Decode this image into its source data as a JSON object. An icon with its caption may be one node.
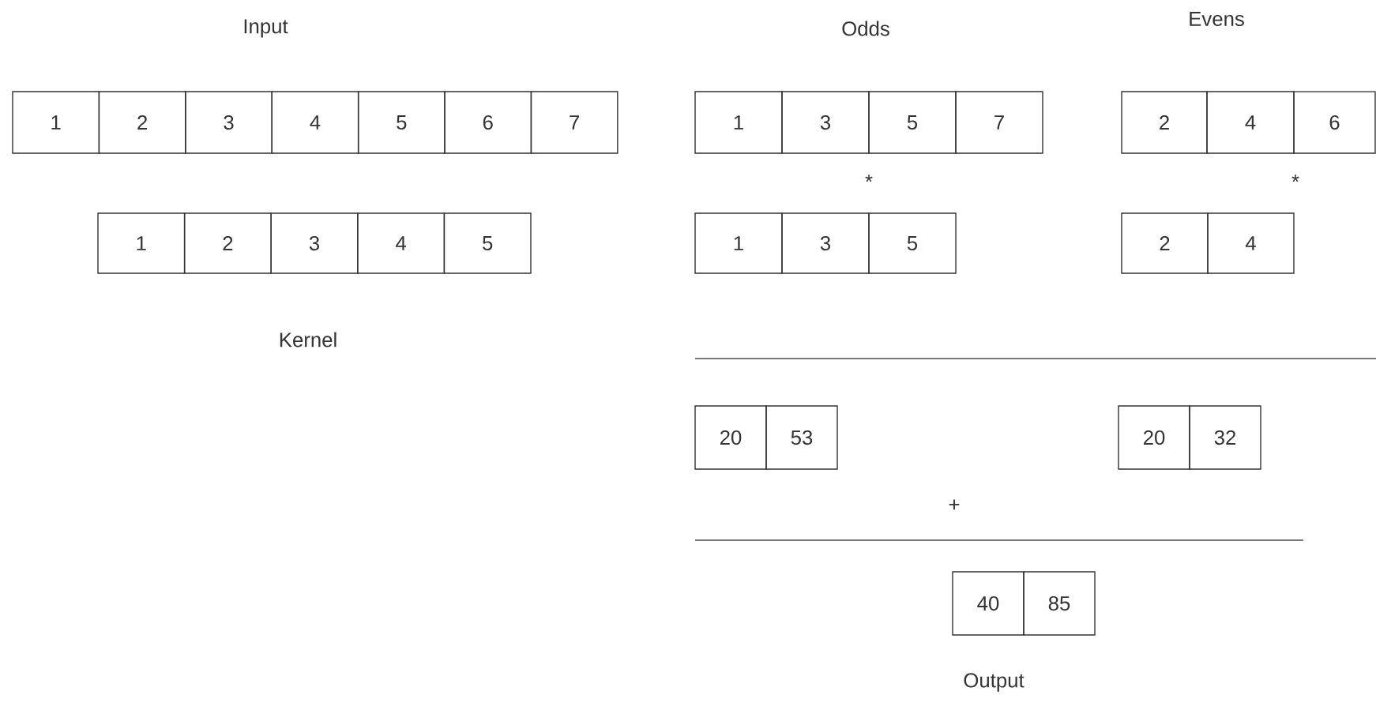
{
  "diagram": {
    "nodes": [
      {
        "text": [
          "1"
        ]
      },
      {
        "text": [
          "2"
        ]
      },
      {
        "text": [
          "3"
        ]
      },
      {
        "text": [
          "4"
        ]
      },
      {
        "text": [
          "5"
        ]
      },
      {
        "text": [
          "6"
        ]
      },
      {
        "text": [
          "7"
        ]
      },
      {
        "text": [
          "1"
        ]
      },
      {
        "text": [
          "3"
        ]
      },
      {
        "text": [
          "5"
        ]
      },
      {
        "text": [
          "7"
        ]
      },
      {
        "text": [
          "2"
        ]
      },
      {
        "text": [
          "4"
        ]
      },
      {
        "text": [
          "6"
        ]
      },
      {
        "text": [
          "1"
        ]
      },
      {
        "text": [
          "2"
        ]
      },
      {
        "text": [
          "3"
        ]
      },
      {
        "text": [
          "4"
        ]
      },
      {
        "text": [
          "5"
        ]
      },
      {
        "text": [
          "1"
        ]
      },
      {
        "text": [
          "3"
        ]
      },
      {
        "text": [
          "5"
        ]
      },
      {
        "text": [
          "2"
        ]
      },
      {
        "text": [
          "4"
        ]
      },
      {
        "text": [
          "20"
        ]
      },
      {
        "text": [
          "53"
        ]
      },
      {
        "text": [
          "20"
        ]
      },
      {
        "text": [
          "32"
        ]
      },
      {
        "text": [
          "40"
        ]
      },
      {
        "text": [
          "85"
        ]
      }
    ],
    "labels": [
      "Input",
      "Odds",
      "Evens",
      "*",
      "*",
      "Kernel",
      "+",
      "Output"
    ]
  }
}
